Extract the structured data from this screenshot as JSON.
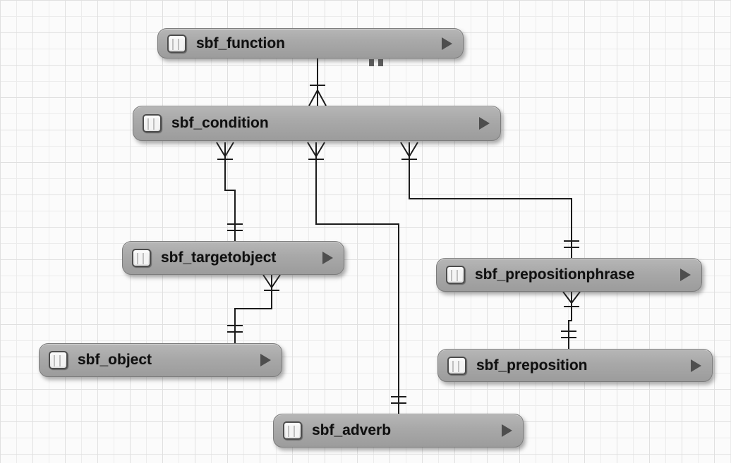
{
  "colors": {
    "canvas_bg": "#fbfbfb",
    "grid_line": "#e0e0e0",
    "table_fill_top": "#b6b6b6",
    "table_fill_bottom": "#9c9c9c",
    "table_border": "#7c7c7c",
    "table_text": "#101010",
    "connector_line": "#1c1c1c",
    "expand_arrow": "#4e4e4e"
  },
  "tables": [
    {
      "label": "sbf_function"
    },
    {
      "label": "sbf_condition"
    },
    {
      "label": "sbf_targetobject"
    },
    {
      "label": "sbf_prepositionphrase"
    },
    {
      "label": "sbf_object"
    },
    {
      "label": "sbf_preposition"
    },
    {
      "label": "sbf_adverb"
    }
  ],
  "icons": {
    "table_icon": "table-grid-icon",
    "expand_icon": "right-triangle-icon"
  },
  "relationships": [
    {
      "from": "sbf_function",
      "to": "sbf_condition",
      "from_end": "one",
      "to_end": "many",
      "notation": "crow-foot"
    },
    {
      "from": "sbf_condition",
      "to": "sbf_targetobject",
      "from_end": "many",
      "to_end": "one",
      "notation": "crow-foot"
    },
    {
      "from": "sbf_condition",
      "to": "sbf_adverb",
      "from_end": "many",
      "to_end": "one",
      "notation": "crow-foot"
    },
    {
      "from": "sbf_condition",
      "to": "sbf_prepositionphrase",
      "from_end": "many",
      "to_end": "one",
      "notation": "crow-foot"
    },
    {
      "from": "sbf_targetobject",
      "to": "sbf_object",
      "from_end": "many",
      "to_end": "one",
      "notation": "crow-foot"
    },
    {
      "from": "sbf_prepositionphrase",
      "to": "sbf_preposition",
      "from_end": "many",
      "to_end": "one",
      "notation": "crow-foot"
    }
  ]
}
